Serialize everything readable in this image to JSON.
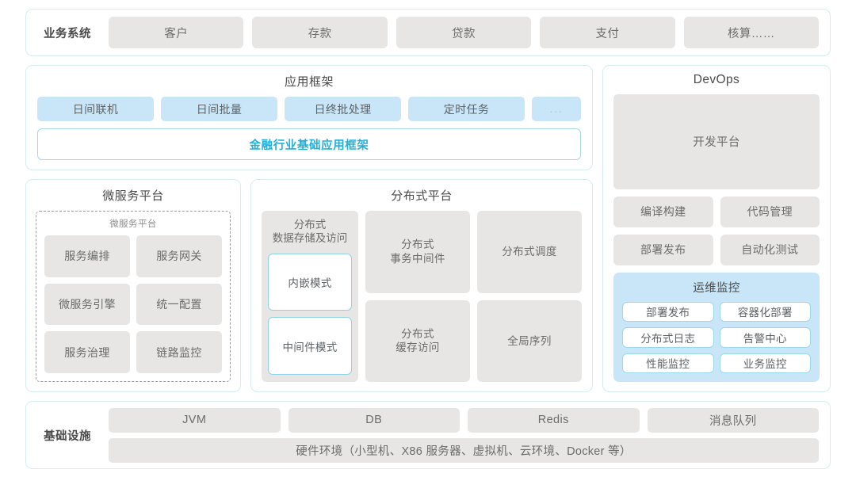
{
  "business_systems": {
    "label": "业务系统",
    "items": [
      "客户",
      "存款",
      "贷款",
      "支付",
      "核算……"
    ]
  },
  "app_framework": {
    "title": "应用框架",
    "chips": [
      "日间联机",
      "日间批量",
      "日终批处理",
      "定时任务"
    ],
    "more": "...",
    "base_bar": "金融行业基础应用框架"
  },
  "micro_platform": {
    "title": "微服务平台",
    "inner_title": "微服务平台",
    "items": [
      "服务编排",
      "服务网关",
      "微服务引擎",
      "统一配置",
      "服务治理",
      "链路监控"
    ]
  },
  "dist_platform": {
    "title": "分布式平台",
    "left_column": {
      "title": "分布式\n数据存储及访问",
      "modes": [
        "内嵌模式",
        "中间件模式"
      ]
    },
    "grid": [
      "分布式\n事务中间件",
      "分布式调度",
      "分布式\n缓存访问",
      "全局序列"
    ]
  },
  "devops": {
    "title": "DevOps",
    "platform": "开发平台",
    "pairs": [
      [
        "编译构建",
        "代码管理"
      ],
      [
        "部署发布",
        "自动化测试"
      ]
    ],
    "ops": {
      "title": "运维监控",
      "items": [
        "部署发布",
        "容器化部署",
        "分布式日志",
        "告警中心",
        "性能监控",
        "业务监控"
      ]
    }
  },
  "infrastructure": {
    "label": "基础设施",
    "items": [
      "JVM",
      "DB",
      "Redis",
      "消息队列"
    ],
    "hardware": "硬件环境（小型机、X86 服务器、虚拟机、云环境、Docker 等）"
  },
  "colors": {
    "accent_cyan": "#23b0d8",
    "chip_blue": "#c9e6f8",
    "chip_gray": "#e7e6e4",
    "border_cyan": "#d6ecef"
  }
}
